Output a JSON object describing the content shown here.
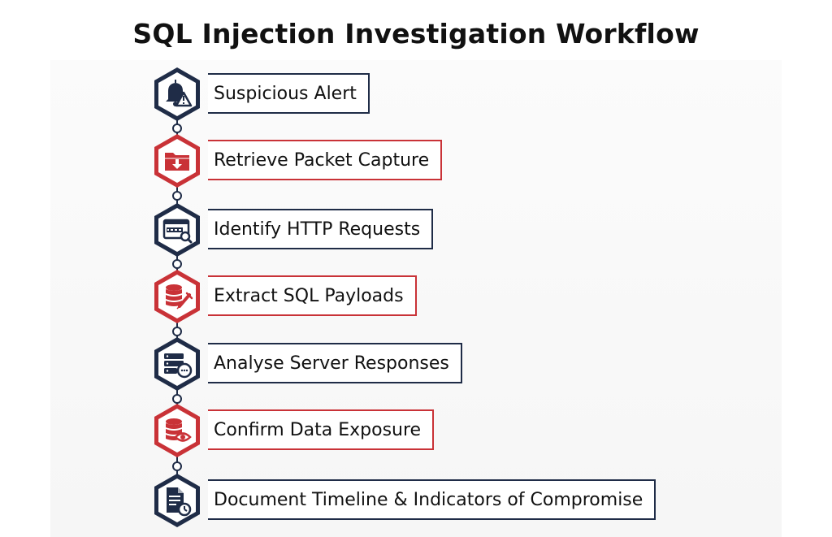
{
  "title": "SQL Injection Investigation Workflow",
  "colors": {
    "navy": "#1f2c47",
    "red": "#c93237",
    "text": "#111111"
  },
  "steps": [
    {
      "label": "Suspicious Alert",
      "color": "navy",
      "icon": "bell-warning-icon"
    },
    {
      "label": "Retrieve Packet Capture",
      "color": "red",
      "icon": "folder-download-icon"
    },
    {
      "label": "Identify HTTP Requests",
      "color": "navy",
      "icon": "http-search-icon"
    },
    {
      "label": "Extract SQL Payloads",
      "color": "red",
      "icon": "database-syringe-icon"
    },
    {
      "label": "Analyse Server Responses",
      "color": "navy",
      "icon": "server-chat-icon"
    },
    {
      "label": "Confirm Data Exposure",
      "color": "red",
      "icon": "database-eye-icon"
    },
    {
      "label": "Document Timeline & Indicators of Compromise",
      "color": "navy",
      "icon": "document-clock-icon"
    }
  ]
}
